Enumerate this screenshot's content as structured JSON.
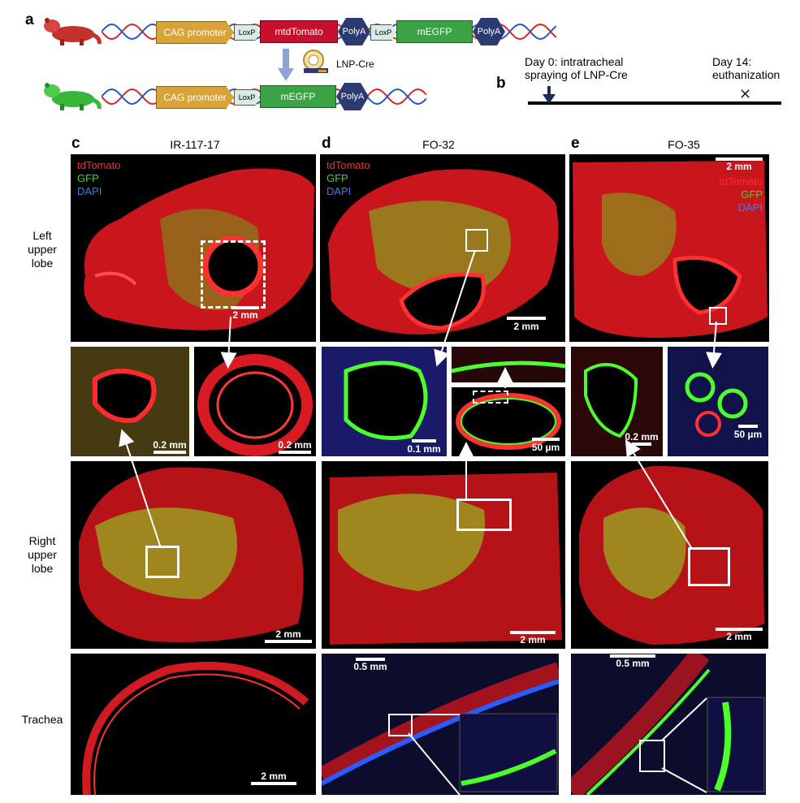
{
  "panel_letters": {
    "a": "a",
    "b": "b",
    "c": "c",
    "d": "d",
    "e": "e"
  },
  "construct_top": {
    "promoter": "CAG promoter",
    "loxp1": "LoxP",
    "reporter1": "mtdTomato",
    "polya1": "PolyA",
    "loxp2": "LoxP",
    "reporter2": "mEGFP",
    "polya2": "PolyA"
  },
  "arrow_label": "LNP-Cre",
  "construct_bottom": {
    "promoter": "CAG promoter",
    "loxp": "LoxP",
    "reporter": "mEGFP",
    "polya": "PolyA"
  },
  "timeline": {
    "day0": "Day 0: intratracheal",
    "day0_line2": "spraying of LNP-Cre",
    "day14": "Day 14:",
    "day14_line2": "euthanization"
  },
  "columns": {
    "c": "IR-117-17",
    "d": "FO-32",
    "e": "FO-35"
  },
  "rows": {
    "left_upper": [
      "Left",
      "upper",
      "lobe"
    ],
    "right_upper": [
      "Right",
      "upper",
      "lobe"
    ],
    "trachea": "Trachea"
  },
  "legend": {
    "red": "tdTomato",
    "green": "GFP",
    "blue": "DAPI"
  },
  "scalebars": {
    "c_lul": "2 mm",
    "d_lul": "2 mm",
    "e_lul": "2 mm",
    "c_z1": "0.2 mm",
    "c_z2": "0.2 mm",
    "d_z1": "0.1 mm",
    "d_z2": "50 µm",
    "e_z1": "0.2 mm",
    "e_z2": "50 µm",
    "c_rul": "2 mm",
    "d_rul": "2 mm",
    "e_rul": "2 mm",
    "c_tr": "2 mm",
    "d_tr": "0.5 mm",
    "e_tr": "0.5 mm"
  },
  "colors": {
    "tdtomato": "#ff2020",
    "gfp": "#4cff2a",
    "dapi": "#2b5bff",
    "background": "#000000"
  }
}
